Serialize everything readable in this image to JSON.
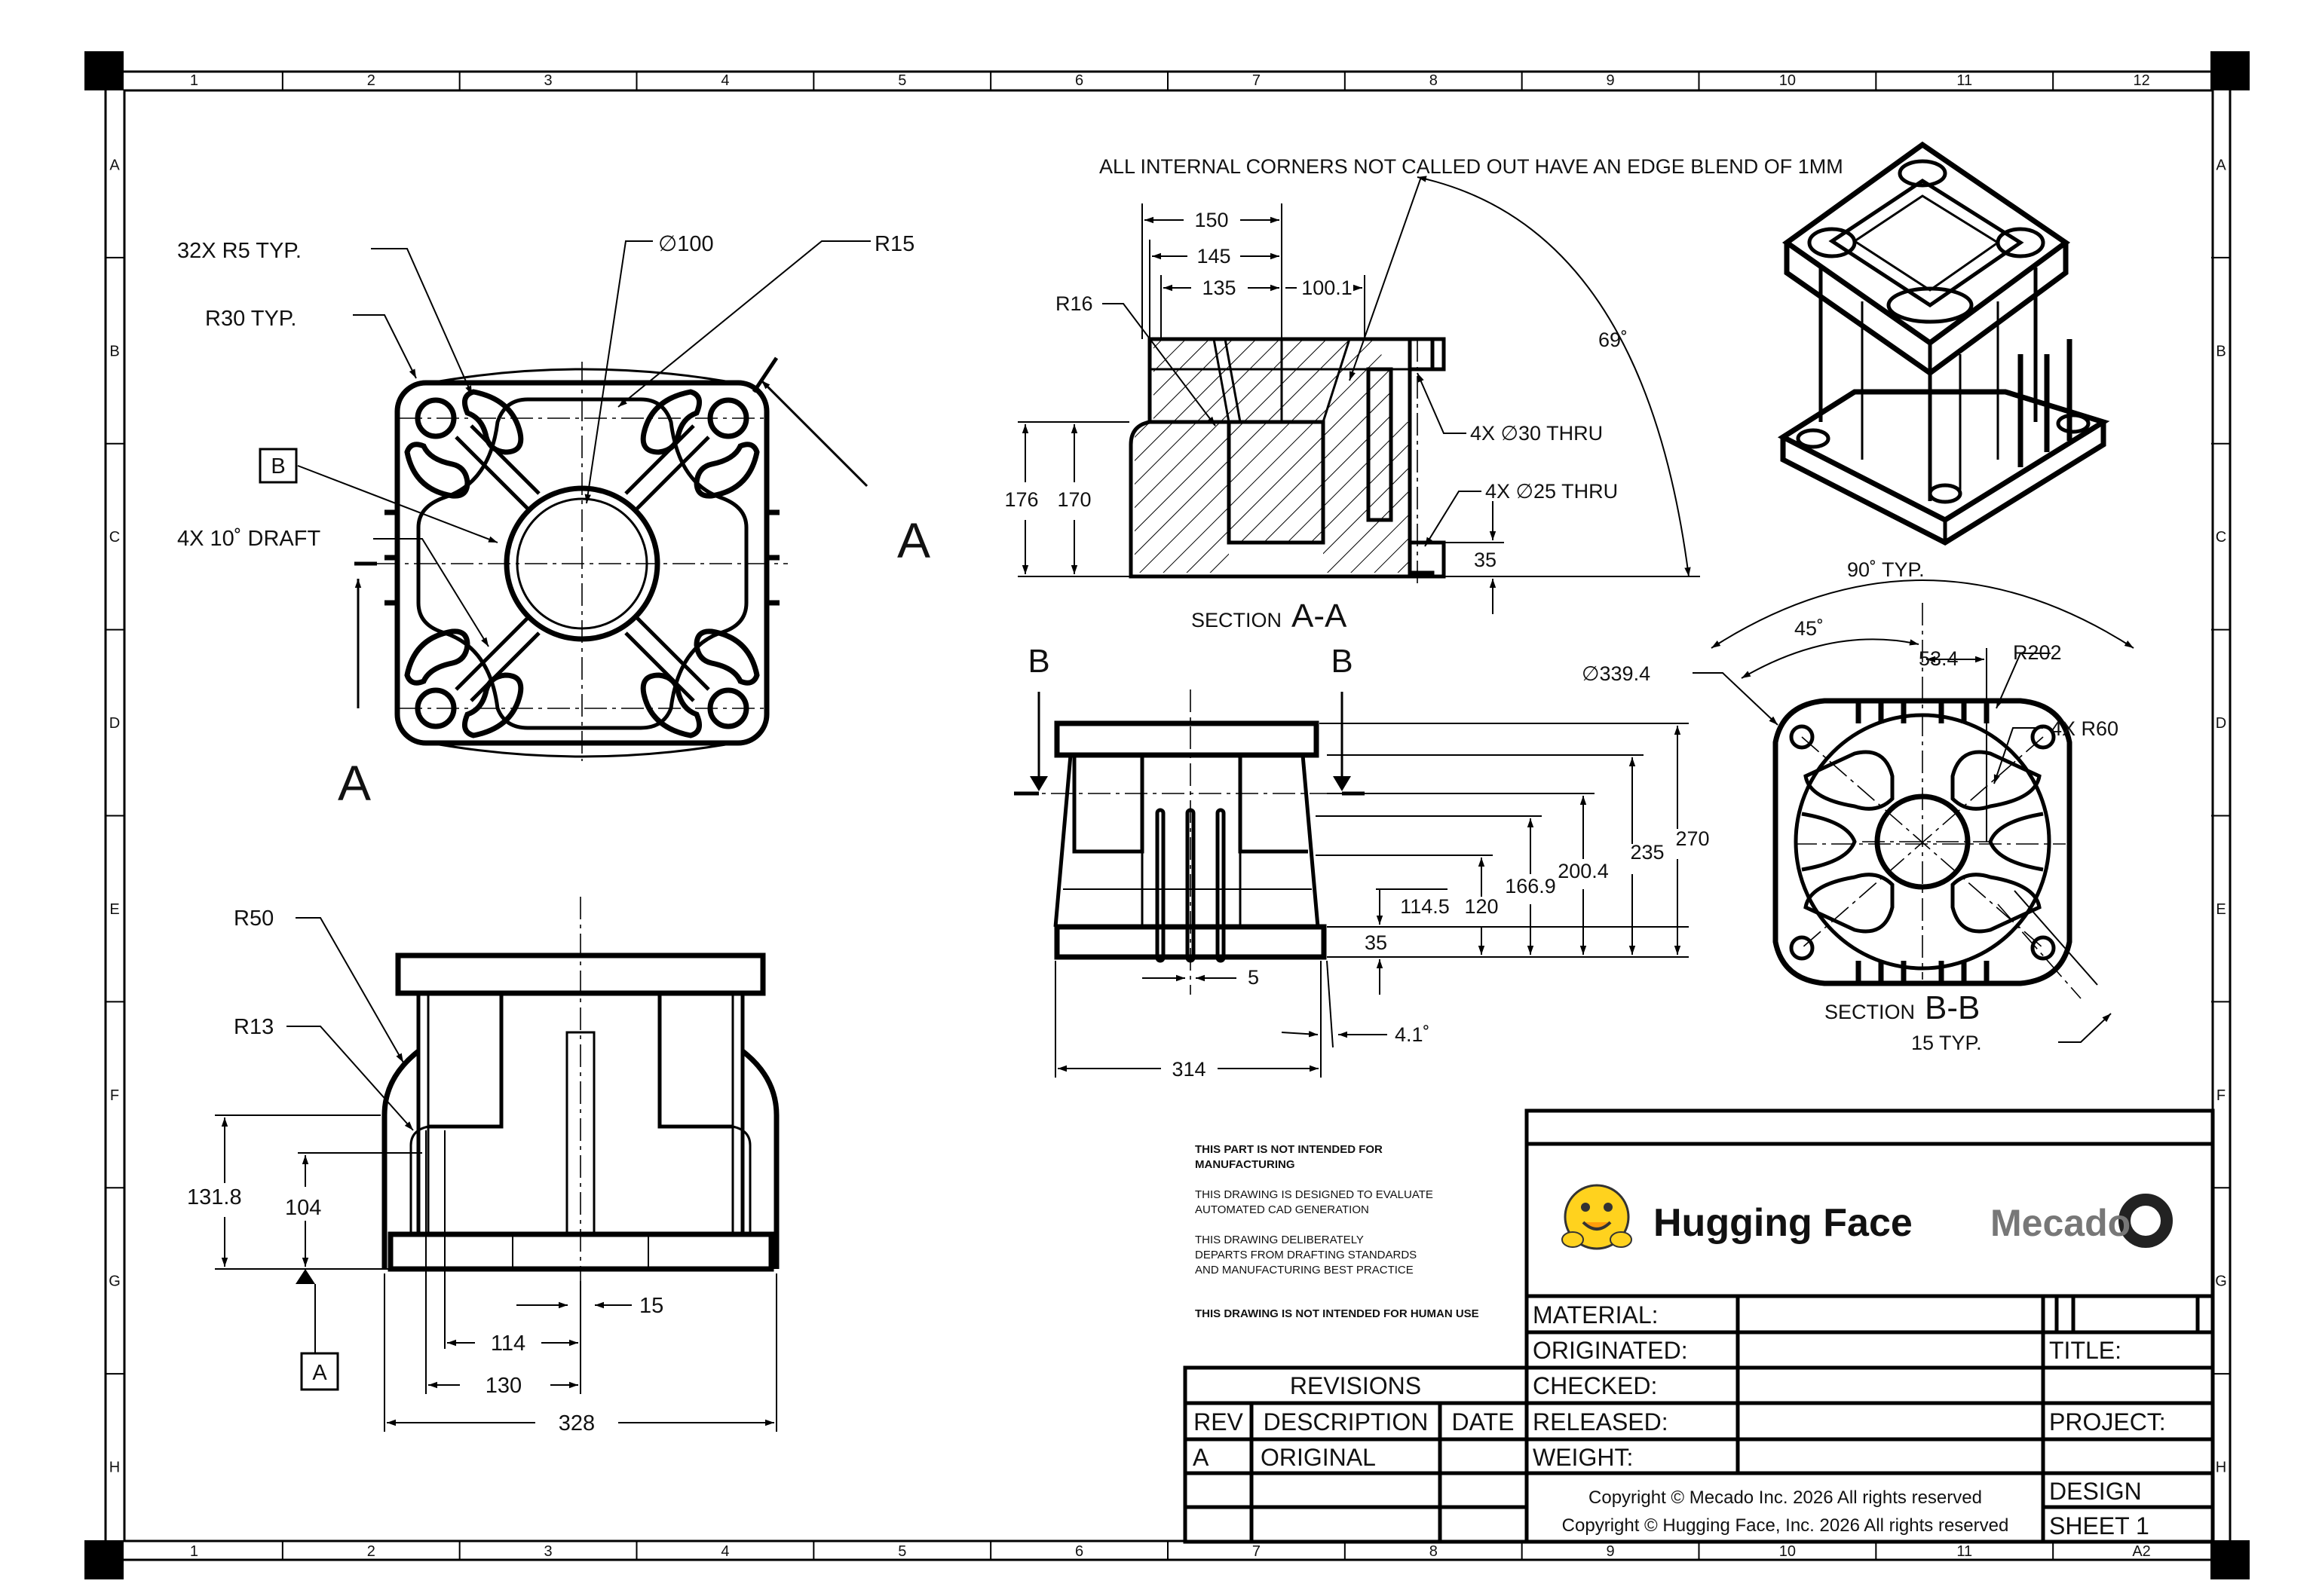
{
  "zones": {
    "columns": [
      "1",
      "2",
      "3",
      "4",
      "5",
      "6",
      "7",
      "8",
      "9",
      "10",
      "11",
      "12"
    ],
    "rows": [
      "A",
      "B",
      "C",
      "D",
      "E",
      "F",
      "G",
      "H"
    ],
    "sheet_size": "A2"
  },
  "notes": {
    "edge_blend": "ALL INTERNAL CORNERS NOT CALLED OUT HAVE AN EDGE BLEND OF 1MM",
    "not_for_manufacturing": "THIS PART IS NOT INTENDED FOR MANUFACTURING",
    "evaluate": "THIS DRAWING IS DESIGNED TO EVALUATE AUTOMATED CAD GENERATION",
    "departs": "THIS DRAWING DELIBERATELY DEPARTS FROM DRAFTING STANDARDS AND MANUFACTURING BEST PRACTICE",
    "not_for_human": "THIS DRAWING IS NOT INTENDED FOR HUMAN USE"
  },
  "top_view": {
    "r5": "32X  R5  TYP.",
    "r30": "R30  TYP.",
    "dia100": "∅100",
    "r15": "R15",
    "datum_b": "B",
    "draft": "4X 10˚ DRAFT",
    "section_a_left": "A",
    "section_a_right": "A"
  },
  "front_view": {
    "r50": "R50",
    "r13": "R13",
    "h1318": "131.8",
    "h104": "104",
    "datum_a": "A",
    "w15": "15",
    "w114": "114",
    "w130": "130",
    "w328": "328"
  },
  "section_aa": {
    "label_prefix": "SECTION",
    "label_id": "A-A",
    "d150": "150",
    "d145": "145",
    "d135": "135",
    "d1001": "100.1",
    "r16": "R16",
    "h176": "176",
    "h170": "170",
    "thru30": "4X  ∅30  THRU",
    "thru25": "4X  ∅25  THRU",
    "d35": "35",
    "a69": "69˚"
  },
  "side_view": {
    "b_left": "B",
    "b_right": "B",
    "h270": "270",
    "h235": "235",
    "h2004": "200.4",
    "h1669": "166.9",
    "h120": "120",
    "h1145": "114.5",
    "h35": "35",
    "w5": "5",
    "a41": "4.1˚",
    "w314": "314"
  },
  "section_bb": {
    "label_prefix": "SECTION",
    "label_id": "B-B",
    "a90": "90˚  TYP.",
    "a45": "45˚",
    "d534": "53.4",
    "r202": "R202",
    "dia3394": "∅339.4",
    "r60": "4X  R60",
    "w15": "15  TYP."
  },
  "title_block": {
    "hf_name": "Hugging Face",
    "hf_emoji": "🤗",
    "mecado_name": "Mecado",
    "material": "MATERIAL:",
    "originated": "ORIGINATED:",
    "checked": "CHECKED:",
    "released": "RELEASED:",
    "weight": "WEIGHT:",
    "title": "TITLE:",
    "project": "PROJECT:",
    "design": "DESIGN",
    "sheet": "SHEET 1",
    "copyright_mecado": "Copyright © Mecado Inc. 2026 All rights reserved",
    "copyright_hf": "Copyright © Hugging Face, Inc. 2026 All rights reserved"
  },
  "revisions": {
    "heading": "REVISIONS",
    "col_rev": "REV",
    "col_desc": "DESCRIPTION",
    "col_date": "DATE",
    "rows": [
      {
        "rev": "A",
        "desc": "ORIGINAL",
        "date": ""
      }
    ]
  }
}
